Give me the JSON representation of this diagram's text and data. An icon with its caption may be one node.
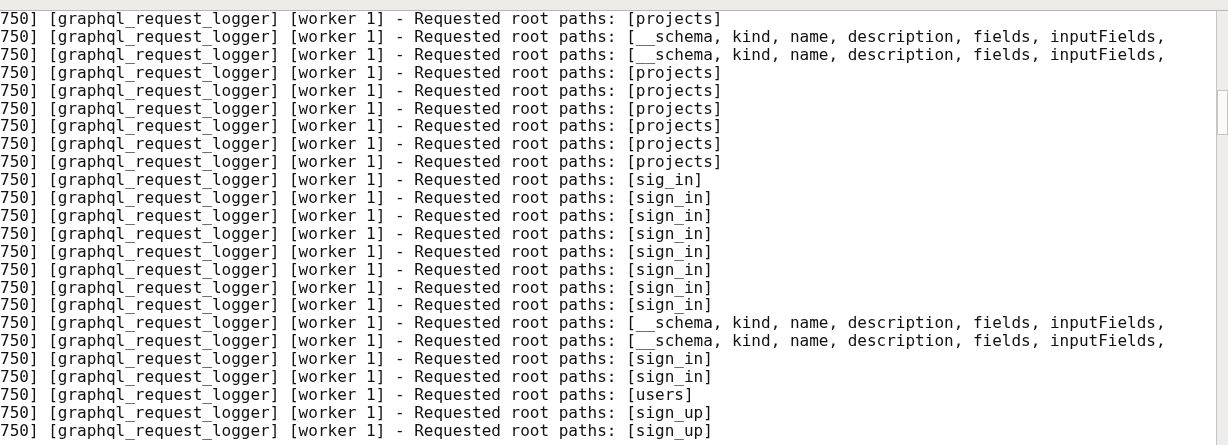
{
  "diagram": {
    "labels": [
      "750] [graphql_request_logger] [worker 1] - Requested root paths: [projects]",
      "750] [graphql_request_logger] [worker 1] - Requested root paths: [__schema, kind, name, description, fields, inputFields,",
      "750] [graphql_request_logger] [worker 1] - Requested root paths: [__schema, kind, name, description, fields, inputFields,",
      "750] [graphql_request_logger] [worker 1] - Requested root paths: [projects]",
      "750] [graphql_request_logger] [worker 1] - Requested root paths: [projects]",
      "750] [graphql_request_logger] [worker 1] - Requested root paths: [projects]",
      "750] [graphql_request_logger] [worker 1] - Requested root paths: [projects]",
      "750] [graphql_request_logger] [worker 1] - Requested root paths: [projects]",
      "750] [graphql_request_logger] [worker 1] - Requested root paths: [projects]",
      "750] [graphql_request_logger] [worker 1] - Requested root paths: [sig_in]",
      "750] [graphql_request_logger] [worker 1] - Requested root paths: [sign_in]",
      "750] [graphql_request_logger] [worker 1] - Requested root paths: [sign_in]",
      "750] [graphql_request_logger] [worker 1] - Requested root paths: [sign_in]",
      "750] [graphql_request_logger] [worker 1] - Requested root paths: [sign_in]",
      "750] [graphql_request_logger] [worker 1] - Requested root paths: [sign_in]",
      "750] [graphql_request_logger] [worker 1] - Requested root paths: [sign_in]",
      "750] [graphql_request_logger] [worker 1] - Requested root paths: [sign_in]",
      "750] [graphql_request_logger] [worker 1] - Requested root paths: [__schema, kind, name, description, fields, inputFields,",
      "750] [graphql_request_logger] [worker 1] - Requested root paths: [__schema, kind, name, description, fields, inputFields,",
      "750] [graphql_request_logger] [worker 1] - Requested root paths: [sign_in]",
      "750] [graphql_request_logger] [worker 1] - Requested root paths: [sign_in]",
      "750] [graphql_request_logger] [worker 1] - Requested root paths: [users]",
      "750] [graphql_request_logger] [worker 1] - Requested root paths: [sign_up]",
      "750] [graphql_request_logger] [worker 1] - Requested root paths: [sign_up]"
    ]
  }
}
